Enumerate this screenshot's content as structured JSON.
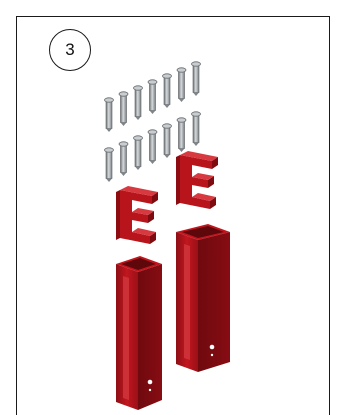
{
  "step": {
    "number": "3"
  },
  "parts": {
    "screws": {
      "icon": "screw-icon",
      "color": "#9ea3a6",
      "rows": 2,
      "per_row": 7
    },
    "brackets": {
      "icon": "bracket-icon",
      "color": "#b8141c",
      "count": 2
    },
    "posts": {
      "icon": "post-icon",
      "color": "#a5121a",
      "count": 2
    }
  },
  "colors": {
    "border": "#1a1a1a",
    "metal": "#9ea3a6",
    "red": "#b8141c"
  }
}
